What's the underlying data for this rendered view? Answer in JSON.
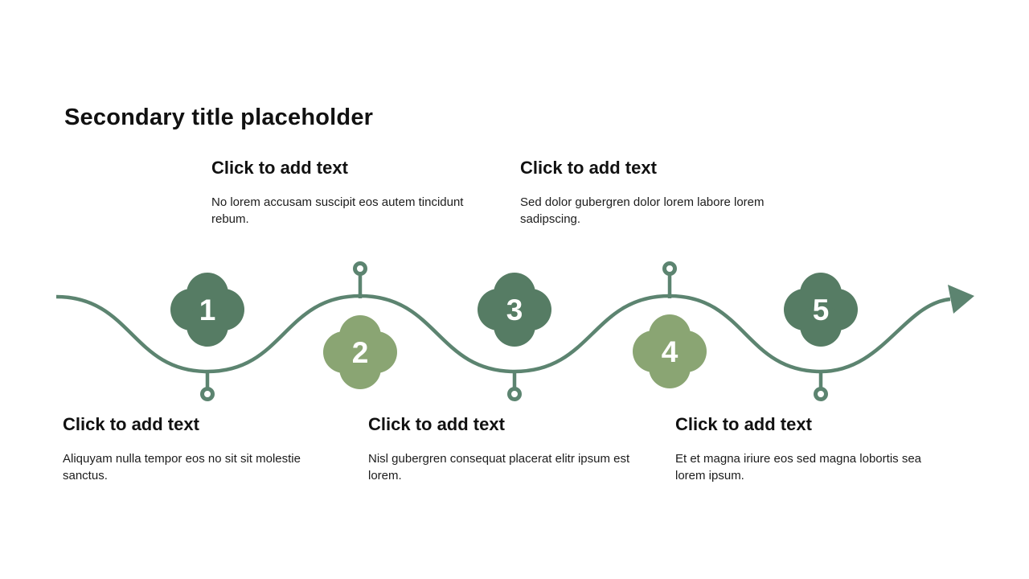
{
  "slide": {
    "title": "Secondary title placeholder"
  },
  "colors": {
    "dark_green": "#567C64",
    "light_green": "#8AA573",
    "line_green": "#5C8470",
    "number_white": "#FFFFFF",
    "text_black": "#111111"
  },
  "items": [
    {
      "number": "1",
      "tone": "dark",
      "title": "Click to add text",
      "body": "Aliquyam nulla tempor eos no sit sit molestie sanctus."
    },
    {
      "number": "2",
      "tone": "light",
      "title": "Click to add text",
      "body": "No lorem accusam suscipit eos autem tincidunt rebum."
    },
    {
      "number": "3",
      "tone": "dark",
      "title": "Click to add text",
      "body": "Nisl gubergren consequat placerat elitr ipsum est lorem."
    },
    {
      "number": "4",
      "tone": "light",
      "title": "Click to add text",
      "body": "Sed dolor gubergren dolor lorem labore lorem sadipscing."
    },
    {
      "number": "5",
      "tone": "dark",
      "title": "Click to add text",
      "body": "Et et magna iriure eos sed magna lobortis sea lorem ipsum."
    }
  ]
}
